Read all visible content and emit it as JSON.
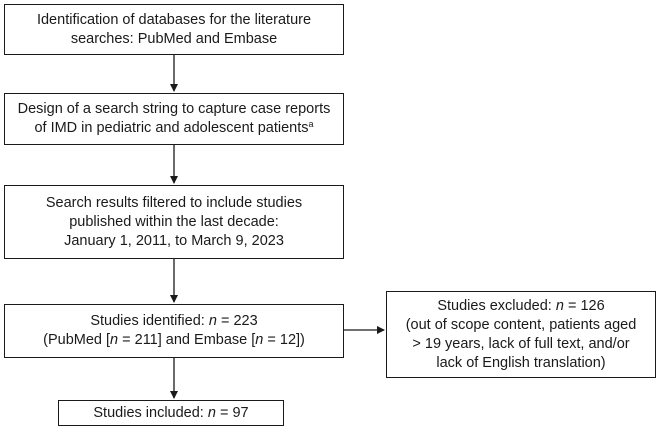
{
  "boxes": {
    "databases": {
      "lines": [
        "Identification of databases for the literature",
        "searches: PubMed and Embase"
      ]
    },
    "search_string": {
      "line1": "Design of a search string to capture case reports",
      "line2": "of IMD in pediatric and adolescent patients",
      "footnote_mark": "a"
    },
    "filter": {
      "lines": [
        "Search results filtered to include studies",
        "published within the last decade:",
        "January 1, 2011, to March 9, 2023"
      ]
    },
    "identified": {
      "line1_prefix": "Studies identified: ",
      "line1_var": "n",
      "line1_value": " = 223",
      "line2_a": "(PubMed [",
      "line2_var1": "n",
      "line2_b": " = 211] and Embase [",
      "line2_var2": "n",
      "line2_c": " = 12])"
    },
    "excluded": {
      "line1_prefix": "Studies excluded: ",
      "line1_var": "n",
      "line1_value": " = 126",
      "lines": [
        "(out of scope content, patients aged",
        "> 19 years, lack of full text, and/or",
        "lack of English translation)"
      ]
    },
    "included": {
      "prefix": "Studies included: ",
      "var": "n",
      "value": " = 97"
    }
  }
}
